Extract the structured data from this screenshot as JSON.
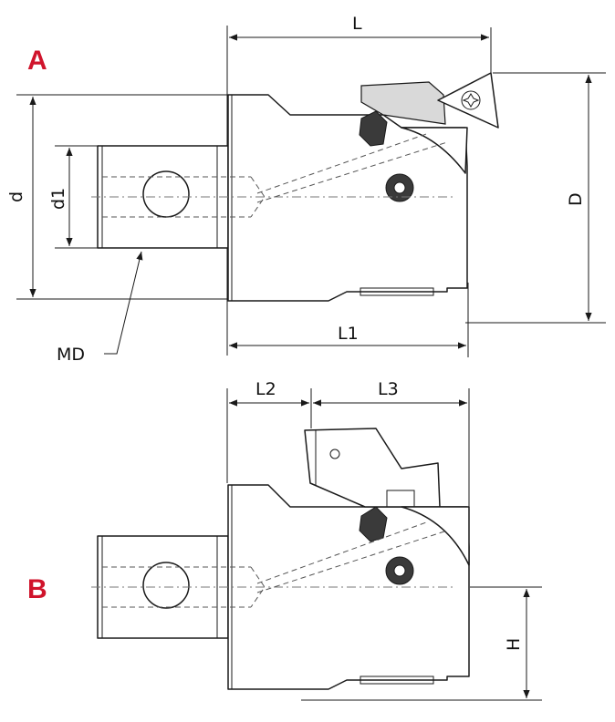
{
  "views": {
    "a": {
      "label": "A"
    },
    "b": {
      "label": "B"
    }
  },
  "dimensions": {
    "L": "L",
    "L1": "L1",
    "L2": "L2",
    "L3": "L3",
    "d": "d",
    "d1": "d1",
    "D": "D",
    "H": "H",
    "MD": "MD"
  },
  "colors": {
    "label_red": "#d0142c",
    "line": "#1a1a1a"
  }
}
